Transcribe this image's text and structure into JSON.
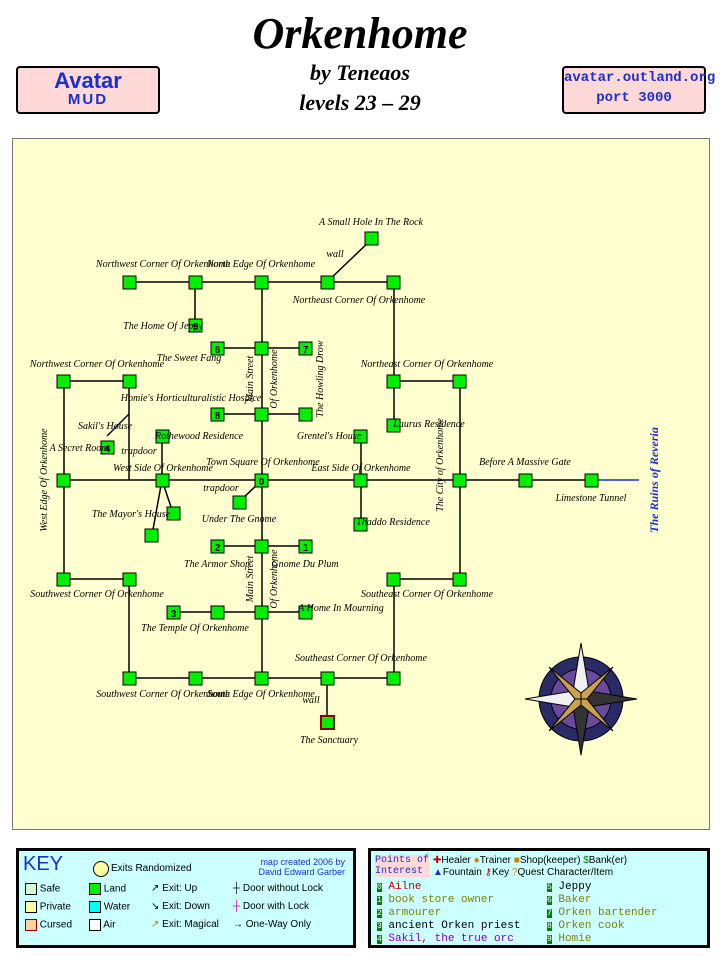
{
  "header": {
    "title": "Orkenhome",
    "author": "by Teneaos",
    "levels": "levels 23 – 29",
    "mud_name_line1": "Avatar",
    "mud_name_line2": "MUD",
    "server_line1": "avatar.outland.org",
    "server_line2": "port 3000"
  },
  "map": {
    "exit_label": "The Ruins of Reveria",
    "rooms": [
      {
        "name": "A Small Hole In The Rock"
      },
      {
        "name": "Northwest Corner Of Orkenhome"
      },
      {
        "name": "North Edge Of Orkenhome"
      },
      {
        "name": "Northeast Corner Of Orkenhome"
      },
      {
        "name": "The Home Of Jeppy",
        "marker": "5"
      },
      {
        "name": "The Sweet Fang",
        "marker": "6"
      },
      {
        "name": "The Howling Drow",
        "marker": "7"
      },
      {
        "name": "Northwest Corner Of Orkenhome"
      },
      {
        "name": "Northeast Corner Of Orkenhome"
      },
      {
        "name": "Homie's Horticulturalistic Hospice",
        "marker": "8"
      },
      {
        "name": "Laurus Residence"
      },
      {
        "name": "Sakil's House",
        "marker": "4"
      },
      {
        "name": "A Secret Room"
      },
      {
        "name": "Rothewood Residence"
      },
      {
        "name": "Grentel's House"
      },
      {
        "name": "West Edge Of Orkenhome"
      },
      {
        "name": "West Side Of Orkenhome"
      },
      {
        "name": "Town Square Of Orkenhome",
        "marker": "0"
      },
      {
        "name": "East Side Of Orkenhome"
      },
      {
        "name": "The City of Orkenhome"
      },
      {
        "name": "Before A Massive Gate"
      },
      {
        "name": "Limestone Tunnel"
      },
      {
        "name": "The Mayor's House"
      },
      {
        "name": "Under The Gnome"
      },
      {
        "name": "Thaddo Residence"
      },
      {
        "name": "The Armor Shop",
        "marker": "2"
      },
      {
        "name": "Gnome Du Plum",
        "marker": "1"
      },
      {
        "name": "Southwest Corner Of Orkenhome"
      },
      {
        "name": "Southeast Corner Of Orkenhome"
      },
      {
        "name": "The Temple Of Orkenhome",
        "marker": "3"
      },
      {
        "name": "A Home In Mourning"
      },
      {
        "name": "Southeast Corner Of Orkenhome"
      },
      {
        "name": "Southwest Corner Of Orkenhome"
      },
      {
        "name": "South Edge Of Orkenhome"
      },
      {
        "name": "The Sanctuary"
      }
    ],
    "road_labels": [
      "Main Street",
      "Of Orkenhome",
      "Main Street",
      "Of Orkenhome"
    ],
    "exit_notes": [
      "wall",
      "trapdoor",
      "trapdoor",
      "wall"
    ]
  },
  "key": {
    "title": "KEY",
    "exits_randomized": "Exits Randomized",
    "credit_line1": "map created 2006 by",
    "credit_line2": "David Edward Garber",
    "legend": [
      {
        "label": "Safe"
      },
      {
        "label": "Land"
      },
      {
        "label": "Exit: Up"
      },
      {
        "label": "Door without Lock"
      },
      {
        "label": "Private"
      },
      {
        "label": "Water"
      },
      {
        "label": "Exit: Down"
      },
      {
        "label": "Door with Lock"
      },
      {
        "label": "Cursed"
      },
      {
        "label": "Air"
      },
      {
        "label": "Exit: Magical"
      },
      {
        "label": "One-Way Only"
      }
    ]
  },
  "poi": {
    "title_line1": "Points of",
    "title_line2": "Interest",
    "legend": [
      "Healer",
      "Trainer",
      "Shop(keeper)",
      "Bank(er)",
      "Fountain",
      "Key",
      "Quest Character/Item"
    ],
    "items": [
      {
        "marker": "0",
        "name": "Ailne"
      },
      {
        "marker": "1",
        "name": "book store owner"
      },
      {
        "marker": "2",
        "name": "armourer"
      },
      {
        "marker": "3",
        "name": "ancient Orken priest"
      },
      {
        "marker": "4",
        "name": "Sakil, the true orc"
      },
      {
        "marker": "5",
        "name": "Jeppy"
      },
      {
        "marker": "6",
        "name": "Baker"
      },
      {
        "marker": "7",
        "name": "Orken bartender"
      },
      {
        "marker": "8",
        "name": "Orken cook"
      },
      {
        "marker": "9",
        "name": "Homie"
      }
    ]
  },
  "colors": {
    "room_land": "#00ee00",
    "scroll": "#ffffd0",
    "banner": "#ffd8d8",
    "key_bg": "#ccffff",
    "accent_blue": "#1a2fd0"
  }
}
